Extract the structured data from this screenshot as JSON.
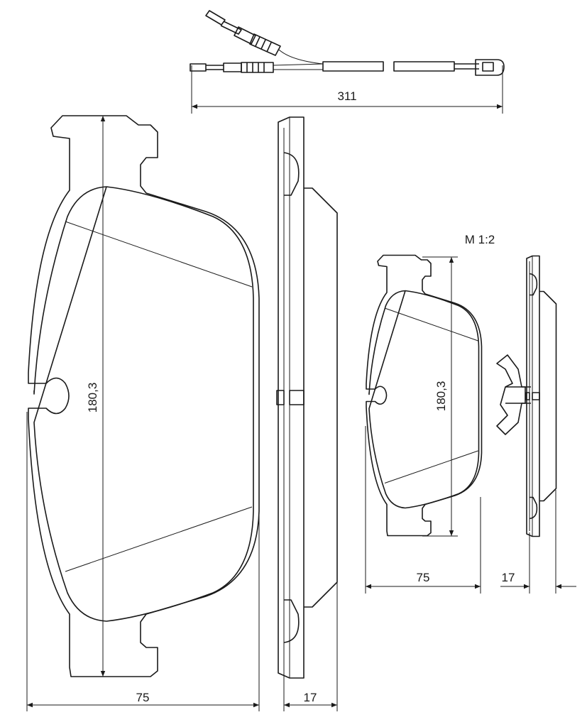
{
  "wire": {
    "length_label": "311"
  },
  "large_pad": {
    "height_label": "180,3",
    "width_label": "75",
    "thickness_label": "17"
  },
  "small_pad": {
    "scale_label": "M 1:2",
    "height_label": "180,3",
    "width_label": "75",
    "thickness_label": "17"
  },
  "colors": {
    "line": "#1a1a1a",
    "background": "#ffffff"
  }
}
